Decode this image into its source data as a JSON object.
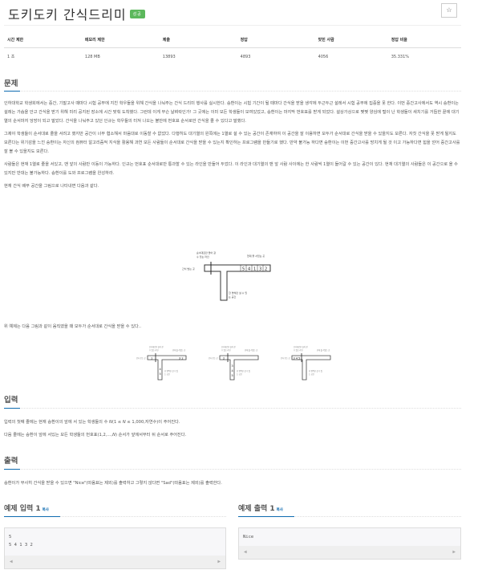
{
  "header": {
    "title": "도키도키 간식드리미",
    "badge": "성공",
    "star_icon": "☆"
  },
  "info_table": {
    "columns": [
      "시간 제한",
      "메모리 제한",
      "제출",
      "정답",
      "맞힌 사람",
      "정답 비율"
    ],
    "values": [
      "1 초",
      "128 MB",
      "13893",
      "4893",
      "4056",
      "35.331%"
    ]
  },
  "problem": {
    "heading": "문제",
    "paragraphs": [
      "인하대학교 학생회에서는 중간, 기말고사 때마다 시험 공부에 지친 학우들을 위해 간식을 나눠주는 간식 드리미 행사를 실시한다. 승환이는 시험 기간이 될 때마다 간식을 받을 생각에 두근두근 설레서 시험 공부에 집중을 못 한다. 이번 중간고사에서도 역시 승환이는 설레는 가슴을 안고 간식을 받기 위해 미리 공지된 장소에 시간 맞춰 도착했다. 그런데 이게 무슨 날벼락인가! 그 곳에는 이미 모든 학생들이 모여있었고, 승환이는 마지막 번호표를 받게 되었다. 설상가상으로 몇몇 양심에 털이 난 학생들이 새치기를 거듭한 끝에 대기열의 순서마저 엉망이 되고 말았다. 간식을 나눠주고 있던 인규는 학우들의 터져 나오는 불만에 번호표 순서로만 간식을 줄 수 있다고 말했다.",
      "그제야 학생들이 순서대로 줄을 서려고 했지만 공간이 너무 협소해서 마음대로 이동할 수 없었다. 다행히도 대기열의 왼쪽에는 1열로 설 수 있는 공간이 존재하여 이 공간을 잘 이용하면 모두가 순서대로 간식을 받을 수 있을지도 모른다. 자칫 간식을 못 받게 될지도 모른다는 위기감을 느낀 승환이는 자신의 컴퓨터 알고리즘적 지식을 활용해 과연 모든 사람들이 순서대로 간식을 받을 수 있는지 확인하는 프로그램을 만들기로 했다. 만약 불가능 하다면 승환이는 이번 중간고사를 망치게 될 것 이고 가능하다면 힘을 얻어 중간고사를 잘 볼 수 있을지도 모른다.",
      "사람들은 현재 1열로 줄을 서있고, 맨 앞의 사람만 이동이 가능하다. 인규는 번호표 순서대로만 통과할 수 있는 라인을 만들어 두었다. 이 라인과 대기열의 맨 앞 사람 사이에는 한 사람씩 1열이 들어갈 수 있는 공간이 있다. 현재 대기열의 사람들은 이 공간으로 올 수 있지만 반대는 불가능하다. 승환이를 도와 프로그램을 완성하라.",
      "현재 간식 배부 공간을 그림으로 나타내면 다음과 같다."
    ],
    "figure1": {
      "label_left": "간식 받는 곳",
      "label_line": "순서대로만 들어 갈 수 있는 라인",
      "label_queue": "현재 줄 서있는 곳",
      "label_bottom": "한 명씩만 설 수 있는 공간",
      "queue": [
        "5",
        "4",
        "1",
        "3",
        "2"
      ]
    },
    "after_figure": "위 예제는 다음 그림과 같이 움직였을 때 모두가 순서대로 간식을 받을 수 있다..",
    "figure2": [
      {
        "passed": [
          "1"
        ],
        "queue": [
          "3",
          "2"
        ],
        "stack": [
          "4",
          "5"
        ]
      },
      {
        "passed": [
          "2"
        ],
        "queue": [],
        "stack": [
          "3",
          "4",
          "5"
        ]
      },
      {
        "passed": [
          "3",
          "4",
          "5"
        ],
        "queue": [],
        "stack": []
      }
    ]
  },
  "input": {
    "heading": "입력",
    "line1_prefix": "입력의 첫째 줄에는 현재 승환이의 앞에 서 있는 학생들의 수 ",
    "line1_var": "N",
    "line1_mid": "(1 ≤ ",
    "line1_var2": "N",
    "line1_suffix": " ≤ 1,000,자연수)이 주어진다.",
    "line2_prefix": "다음 줄에는 승환이 앞에 서있는 모든 학생들의 번호표(1,2,...,",
    "line2_var": "N",
    "line2_suffix": ") 순서가 앞에서부터 뒤 순서로 주어진다."
  },
  "output": {
    "heading": "출력",
    "text": "승환이가 무사히 간식을 받을 수 있으면 \"Nice\"(따옴표는 제외)를 출력하고 그렇지 않다면 \"Sad\"(따옴표는 제외)를 출력한다."
  },
  "samples": {
    "input_title": "예제 입력 1",
    "output_title": "예제 출력 1",
    "copy_label": "복사",
    "input_text": "5\n5 4 1 3 2",
    "output_text": "Nice",
    "scroll_left": "◀",
    "scroll_right": "▶"
  },
  "colors": {
    "accent": "#0e6bb0",
    "badge": "#5cb85c"
  }
}
